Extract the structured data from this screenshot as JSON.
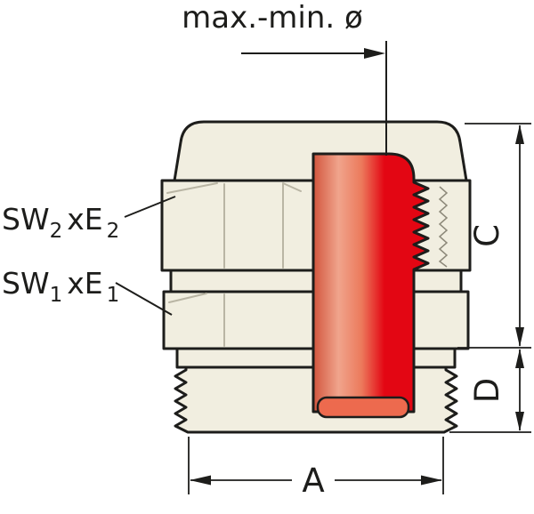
{
  "title": "max.-min. ø",
  "labels": {
    "sw2_main": "SW",
    "sw2_sub": "2",
    "sw2_x": "xE",
    "sw2_xsub": "2",
    "sw1_main": "SW",
    "sw1_sub": "1",
    "sw1_x": "xE",
    "sw1_xsub": "1"
  },
  "dimensions": {
    "a": "A",
    "c": "C",
    "d": "D"
  },
  "colors": {
    "outline": "#1d1d1b",
    "body_fill": "#f1eee0",
    "red": "#e30613",
    "red_light": "#f2a78f",
    "red_lip": "#ed6a4e"
  }
}
